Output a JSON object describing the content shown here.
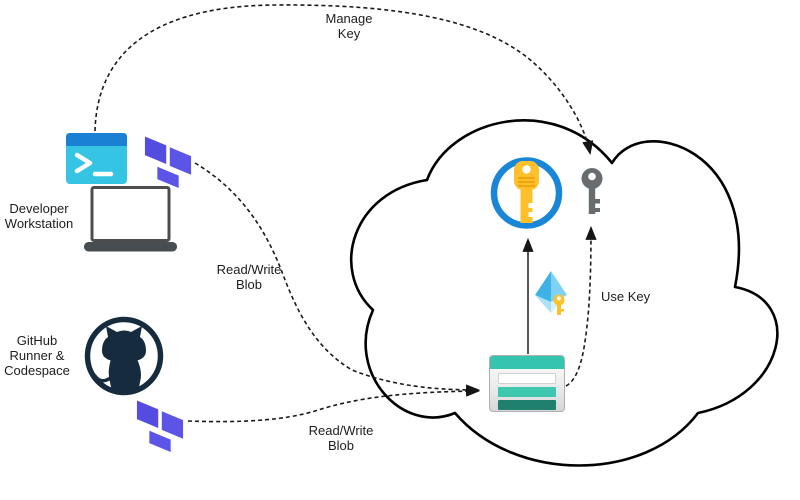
{
  "labels": {
    "manage_key": "Manage\nKey",
    "read_write_blob_dev": "Read/Write\nBlob",
    "read_write_blob_gh": "Read/Write\nBlob",
    "use_key": "Use Key",
    "developer_workstation": "Developer\nWorkstation",
    "github_runner": "GitHub\nRunner &\nCodespace"
  },
  "nodes": {
    "developer_workstation": {
      "icons": [
        "terminal-icon",
        "terraform-icon",
        "laptop-icon"
      ]
    },
    "github_runner": {
      "icons": [
        "github-icon",
        "terraform-icon"
      ]
    },
    "cloud": {
      "icons": [
        "key-vault-icon",
        "access-key-icon",
        "managed-identity-icon",
        "storage-account-icon"
      ]
    }
  },
  "edges": [
    {
      "label": "Manage Key",
      "from": "developer-workstation",
      "to": "access-key",
      "style": "dashed"
    },
    {
      "label": "Read/Write Blob",
      "from": "developer-workstation-terraform",
      "to": "storage-account",
      "style": "dashed"
    },
    {
      "label": "Read/Write Blob",
      "from": "github-terraform",
      "to": "storage-account",
      "style": "dashed"
    },
    {
      "label": "Use Key",
      "from": "storage-account",
      "to": "access-key",
      "style": "dashed"
    },
    {
      "label": "",
      "from": "storage-account",
      "to": "key-vault",
      "style": "solid"
    }
  ],
  "colors": {
    "terminal_header": "#1a80d4",
    "terminal_body": "#36c4e4",
    "terraform_purple": "#5a52e0",
    "github_navy": "#172b3e",
    "vault_ring_blue": "#1a86d8",
    "key_yellow": "#ffc12b",
    "key_grey": "#696c6e",
    "storage_teal": "#35c5ae",
    "storage_teal_dark": "#20806f",
    "identity_blue": "#7fd2f4",
    "connector_black": "#1a1a1a"
  }
}
